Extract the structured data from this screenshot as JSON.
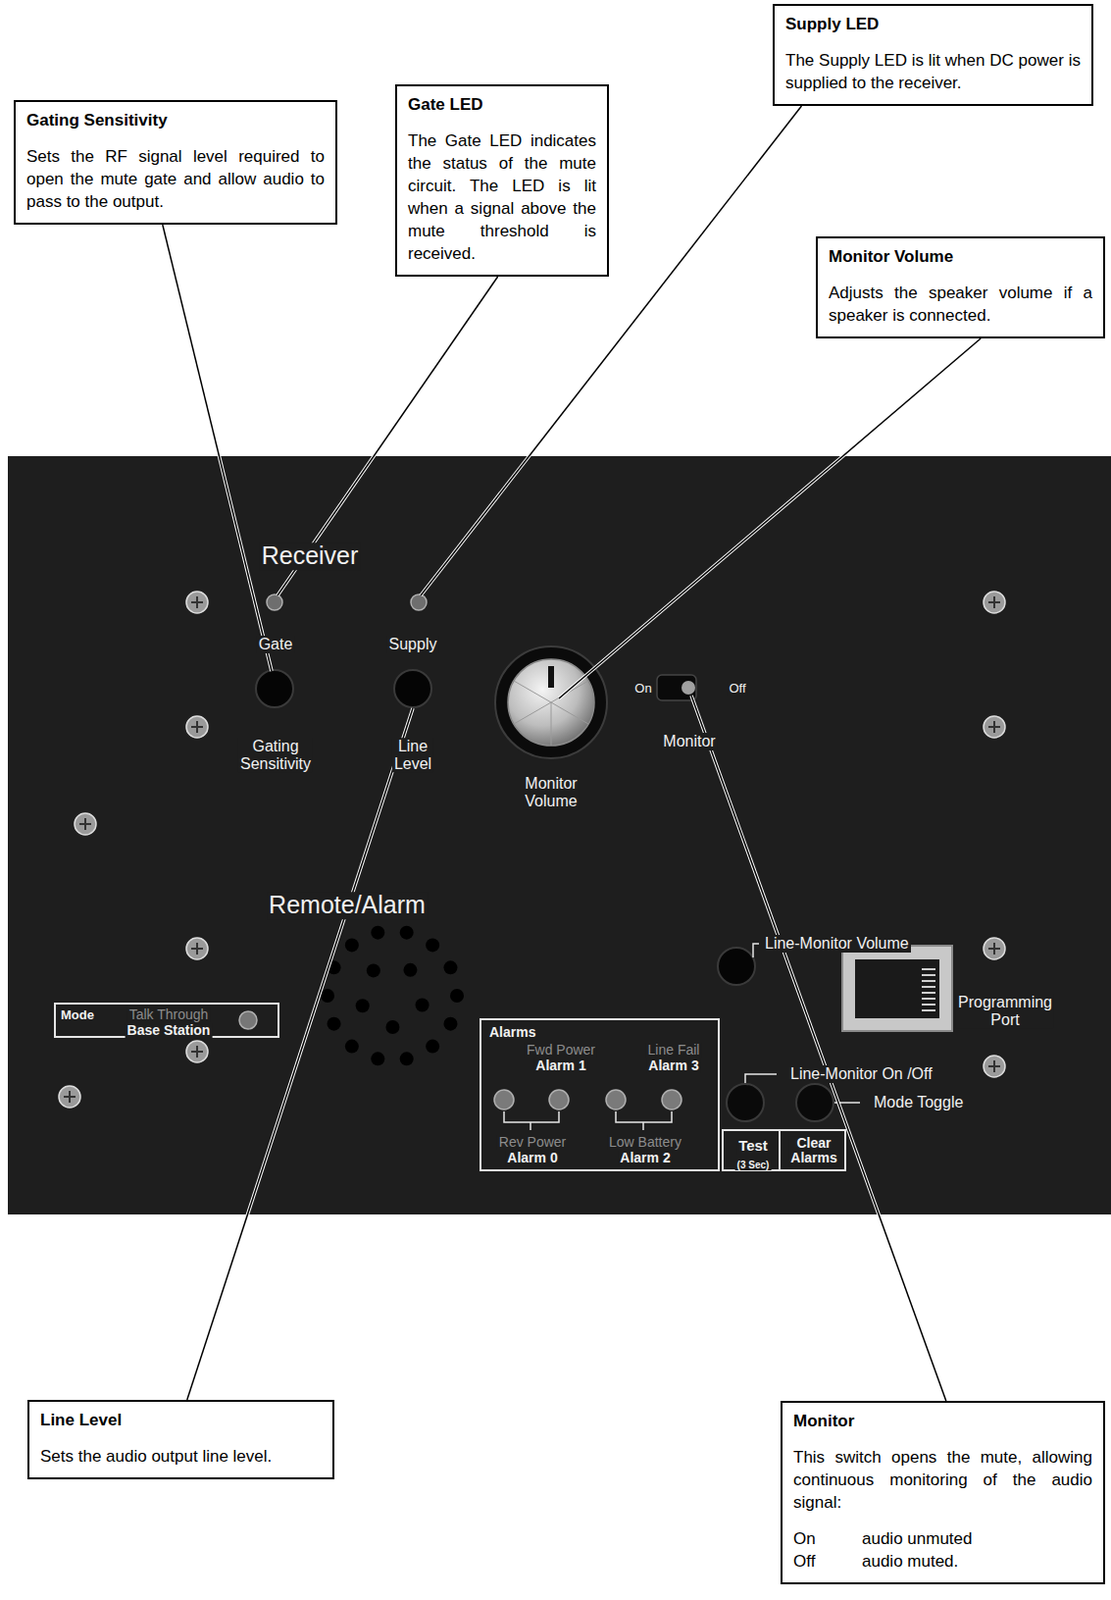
{
  "diagram": {
    "nodes": [
      {
        "text": [
          "Gating Sensitivity",
          "Sets the RF signal level required to open the mute gate and allow audio to pass to the output."
        ]
      },
      {
        "text": [
          "Gate LED",
          "The Gate LED indicates the status of the mute circuit. The LED is lit when a signal above the mute threshold is received."
        ]
      },
      {
        "text": [
          "Supply LED",
          "The Supply LED is lit when DC power is supplied to the receiver."
        ]
      },
      {
        "text": [
          "Monitor Volume",
          "Adjusts the speaker volume if a speaker is connected."
        ]
      },
      {
        "text": [
          "Receiver",
          "Gate",
          "Supply",
          "Gating Sensitivity",
          "Line Level",
          "Monitor Volume",
          "On",
          "Off",
          "Monitor",
          "Remote/Alarm",
          "Line-Monitor Volume",
          "Programming Port",
          "Line-Monitor On /Off",
          "Mode Toggle"
        ]
      },
      {
        "text": [
          "Mode",
          "Talk Through",
          "Base Station"
        ],
        "in": 4
      },
      {
        "text": [
          "Alarms",
          "Fwd Power",
          "Alarm 1",
          "Line Fail",
          "Alarm 3",
          "Rev Power",
          "Alarm 0",
          "Low Battery",
          "Alarm 2"
        ],
        "in": 4
      },
      {
        "text": [
          "Test",
          "(3 Sec)"
        ],
        "in": 4
      },
      {
        "text": [
          "Clear Alarms"
        ],
        "in": 4
      },
      {
        "text": [
          "Line Level",
          "Sets the audio output line level."
        ]
      },
      {
        "text": [
          "Monitor",
          "This switch opens the mute, allowing continuous monitoring of the audio signal:",
          "On",
          "audio unmuted",
          "Off",
          "audio muted."
        ]
      }
    ]
  }
}
